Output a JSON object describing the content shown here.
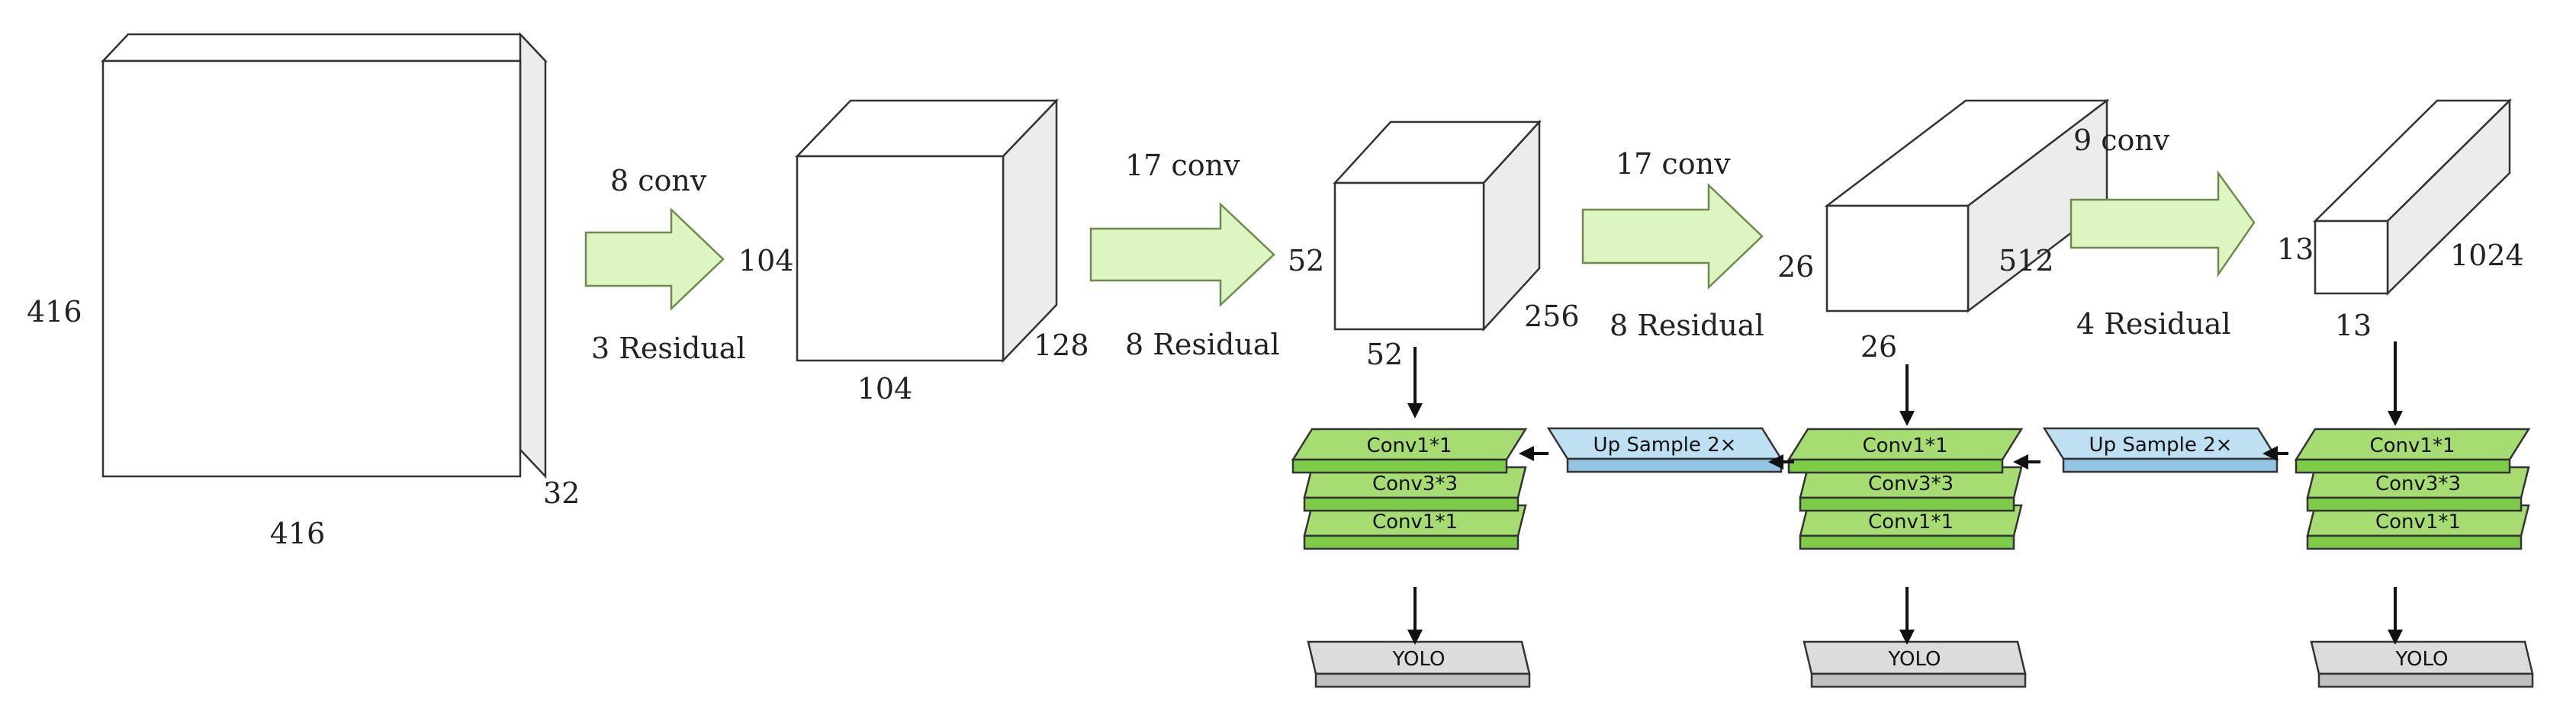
{
  "colors": {
    "conv_layer_top": "#a6dc72",
    "conv_layer_front": "#7ccc47",
    "upsample_top": "#bfe0f2",
    "upsample_front": "#93c4e4",
    "yolo_top": "#dcdcdc",
    "yolo_front": "#c0c0c0",
    "stage_arrow_fill": "#ddf5c0",
    "stage_arrow_stroke": "#6f8a4f"
  },
  "feature_maps": {
    "input": {
      "height": "416",
      "width": "416",
      "channels": "32"
    },
    "fm1": {
      "height": "104",
      "width": "104",
      "channels": "128"
    },
    "fm2": {
      "height": "52",
      "width": "52",
      "channels": "256"
    },
    "fm3": {
      "height": "26",
      "width": "26",
      "channels": "512"
    },
    "fm4": {
      "height": "13",
      "width": "13",
      "channels": "1024"
    }
  },
  "stages": [
    {
      "conv": "8 conv",
      "residual": "3 Residual"
    },
    {
      "conv": "17 conv",
      "residual": "8 Residual"
    },
    {
      "conv": "17 conv",
      "residual": "8 Residual"
    },
    {
      "conv": "9 conv",
      "residual": "4 Residual"
    }
  ],
  "heads": [
    {
      "layers": [
        "Conv1*1",
        "Conv3*3",
        "Conv1*1"
      ],
      "output": "YOLO"
    },
    {
      "layers": [
        "Conv1*1",
        "Conv3*3",
        "Conv1*1"
      ],
      "output": "YOLO"
    },
    {
      "layers": [
        "Conv1*1",
        "Conv3*3",
        "Conv1*1"
      ],
      "output": "YOLO"
    }
  ],
  "upsample": [
    {
      "label": "Up Sample 2×"
    },
    {
      "label": "Up Sample 2×"
    }
  ]
}
